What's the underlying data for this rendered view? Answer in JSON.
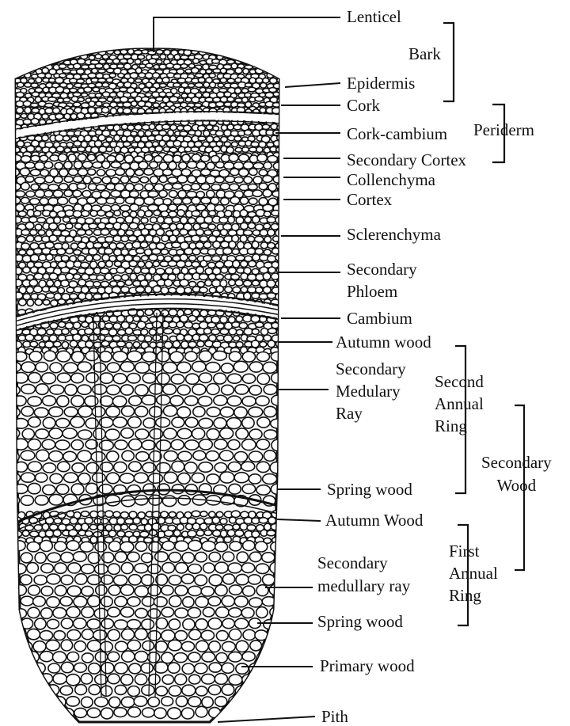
{
  "labels": {
    "lenticel": "Lenticel",
    "bark": "Bark",
    "epidermis": "Epidermis",
    "cork": "Cork",
    "cork_cambium": "Cork-cambium",
    "periderm": "Periderm",
    "secondary_cortex": "Secondary Cortex",
    "collenchyma": "Collenchyma",
    "cortex": "Cortex",
    "sclerenchyma": "Sclerenchyma",
    "secondary_phloem": "Secondary\nPhloem",
    "cambium": "Cambium",
    "autumn_wood_2": "Autumn wood",
    "secondary_medullary_ray_2": "Secondary\nMedulary\nRay",
    "second_annual_ring": "Second\nAnnual\nRing",
    "secondary_wood": "Secondary\nWood",
    "spring_wood_2": "Spring wood",
    "autumn_wood_1": "Autumn Wood",
    "secondary_medullary_ray_1": "Secondary\nmedullary ray",
    "first_annual_ring": "First\nAnnual\nRing",
    "spring_wood_1": "Spring wood",
    "primary_wood": "Primary wood",
    "pith": "Pith"
  }
}
